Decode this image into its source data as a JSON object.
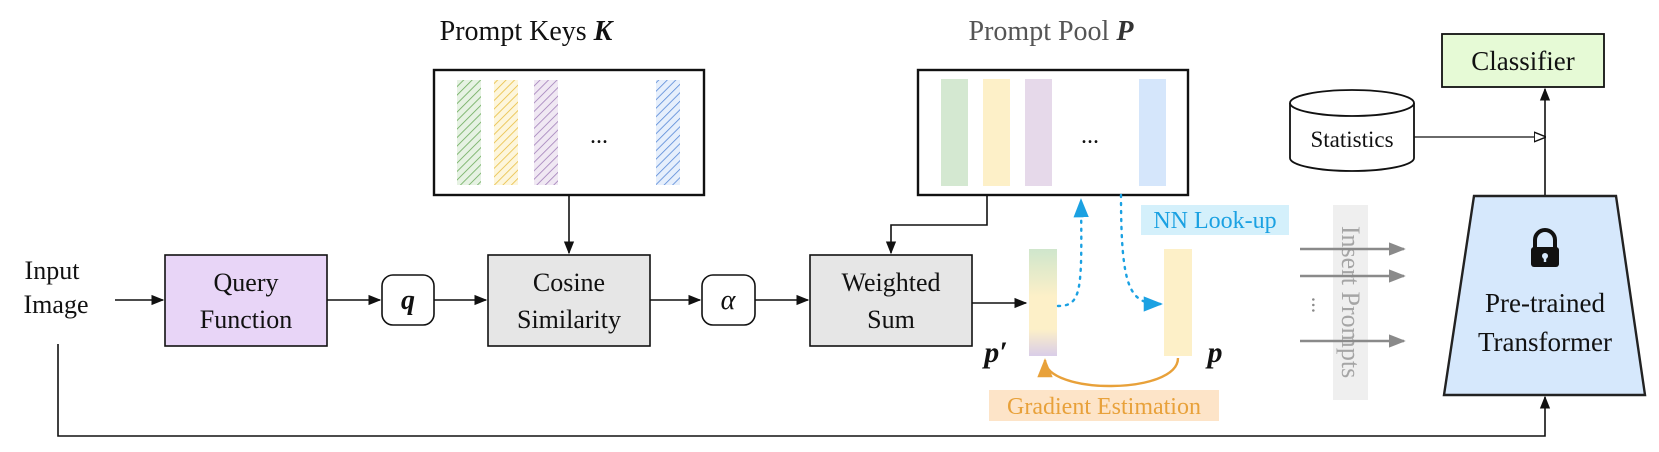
{
  "input_label": [
    "Input",
    "Image"
  ],
  "query_function": {
    "lines": [
      "Query",
      "Function"
    ],
    "color": "#e8d5f7"
  },
  "q_label": "q",
  "cosine_similarity": {
    "lines": [
      "Cosine",
      "Similarity"
    ],
    "color": "#e6e6e6"
  },
  "alpha_label": "α",
  "weighted_sum": {
    "lines": [
      "Weighted",
      "Sum"
    ],
    "color": "#e6e6e6"
  },
  "prompt_keys": {
    "title": "Prompt Keys",
    "title_symbol": "K",
    "ellipsis": "..."
  },
  "prompt_pool": {
    "title": "Prompt Pool",
    "title_symbol": "P",
    "ellipsis": "..."
  },
  "nn_lookup": {
    "label": "NN Look-up",
    "bg": "#d4f0fb",
    "color": "#1ba1e2"
  },
  "gradient_estimation": {
    "label": "Gradient Estimation",
    "bg": "#fde4c8",
    "color": "#e8a13a"
  },
  "p_prime_label": "p′",
  "p_label": "p",
  "insert_prompts": {
    "label": "Insert Prompts",
    "ellipsis": "..."
  },
  "statistics_label": "Statistics",
  "classifier": {
    "label": "Classifier",
    "color": "#e6fad6"
  },
  "transformer": {
    "lines": [
      "Pre-trained",
      "Transformer"
    ],
    "color": "#d6e8fc"
  },
  "lock_icon": "lock-icon",
  "colors": {
    "green": "#cfe6cc",
    "yellow": "#fdf0c8",
    "purple": "#e3d5e8",
    "blue": "#d5e6fb",
    "hatch_green": "#6aaa5a",
    "hatch_yellow": "#e8bd3f",
    "hatch_purple": "#a07db8",
    "hatch_blue": "#5a8ad8"
  }
}
